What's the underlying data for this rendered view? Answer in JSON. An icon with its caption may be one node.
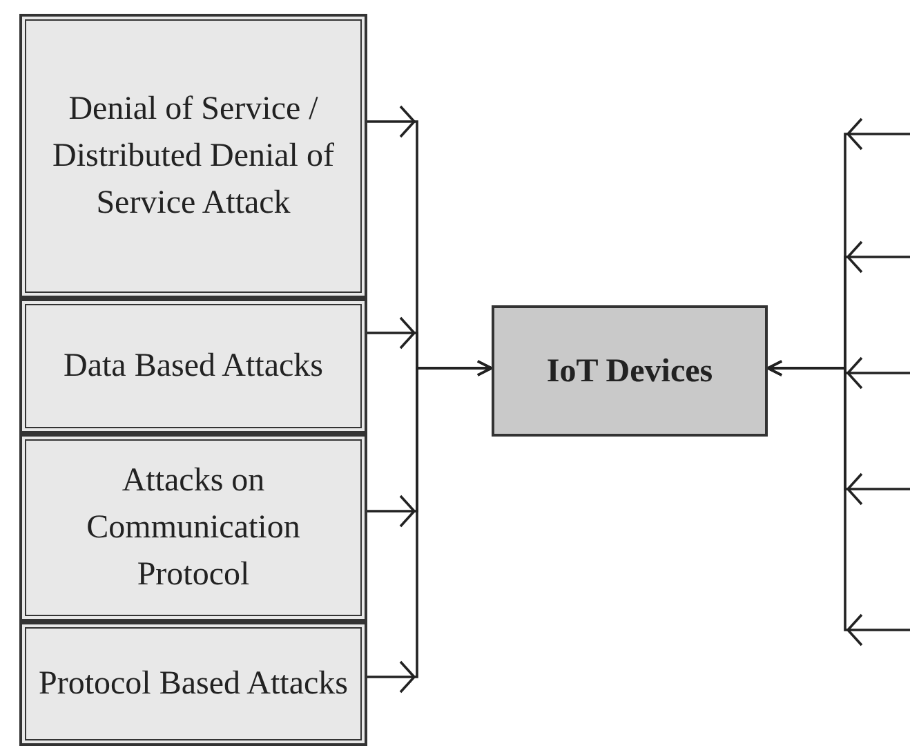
{
  "diagram": {
    "nodes": [
      {
        "text": [
          "Denial of Service / Distributed Denial of Service Attack"
        ]
      },
      {
        "text": [
          "Data Based Attacks"
        ]
      },
      {
        "text": [
          "Attacks on Communication Protocol"
        ]
      },
      {
        "text": [
          "Protocol Based Attacks"
        ]
      },
      {
        "text": [
          "IoT Devices"
        ]
      }
    ],
    "edges": [
      {
        "from": 0,
        "to": 4,
        "arrow": "to"
      },
      {
        "from": 1,
        "to": 4,
        "arrow": "to"
      },
      {
        "from": 2,
        "to": 4,
        "arrow": "to"
      },
      {
        "from": 3,
        "to": 4,
        "arrow": "to"
      },
      {
        "from": null,
        "to": 4,
        "arrow": "to"
      },
      {
        "from": null,
        "to": 4,
        "arrow": "to"
      },
      {
        "from": null,
        "to": 4,
        "arrow": "to"
      },
      {
        "from": null,
        "to": 4,
        "arrow": "to"
      },
      {
        "from": null,
        "to": 4,
        "arrow": "to"
      }
    ]
  }
}
